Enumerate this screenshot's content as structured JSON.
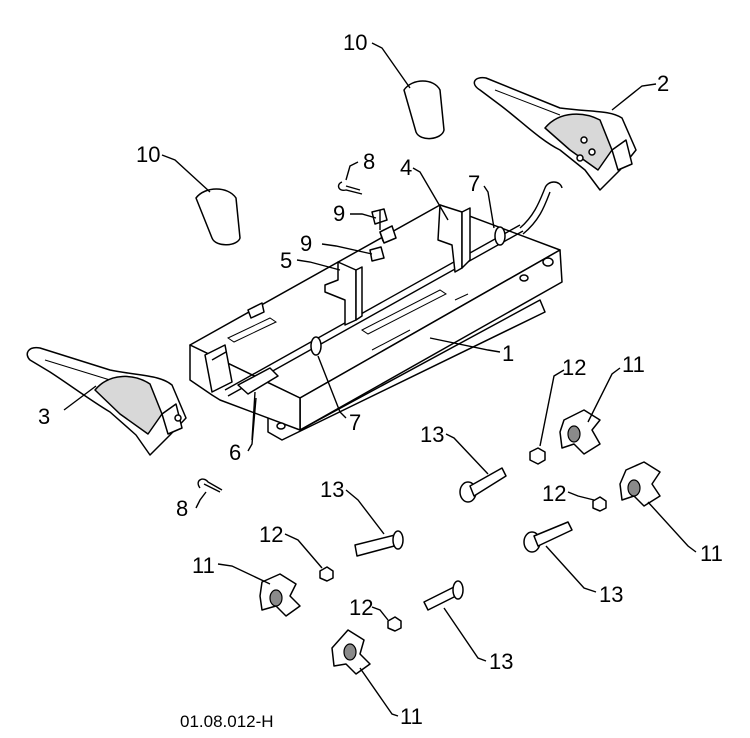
{
  "diagram": {
    "callouts": {
      "c1": "1",
      "c2": "2",
      "c3": "3",
      "c4": "4",
      "c5": "5",
      "c6": "6",
      "c7a": "7",
      "c7b": "7",
      "c8a": "8",
      "c8b": "8",
      "c9a": "9",
      "c9b": "9",
      "c10a": "10",
      "c10b": "10",
      "c11a": "11",
      "c11b": "11",
      "c11c": "11",
      "c11d": "11",
      "c12a": "12",
      "c12b": "12",
      "c12c": "12",
      "c12d": "12",
      "c13a": "13",
      "c13b": "13",
      "c13c": "13",
      "c13d": "13"
    },
    "drawing_code": "01.08.012-H"
  }
}
